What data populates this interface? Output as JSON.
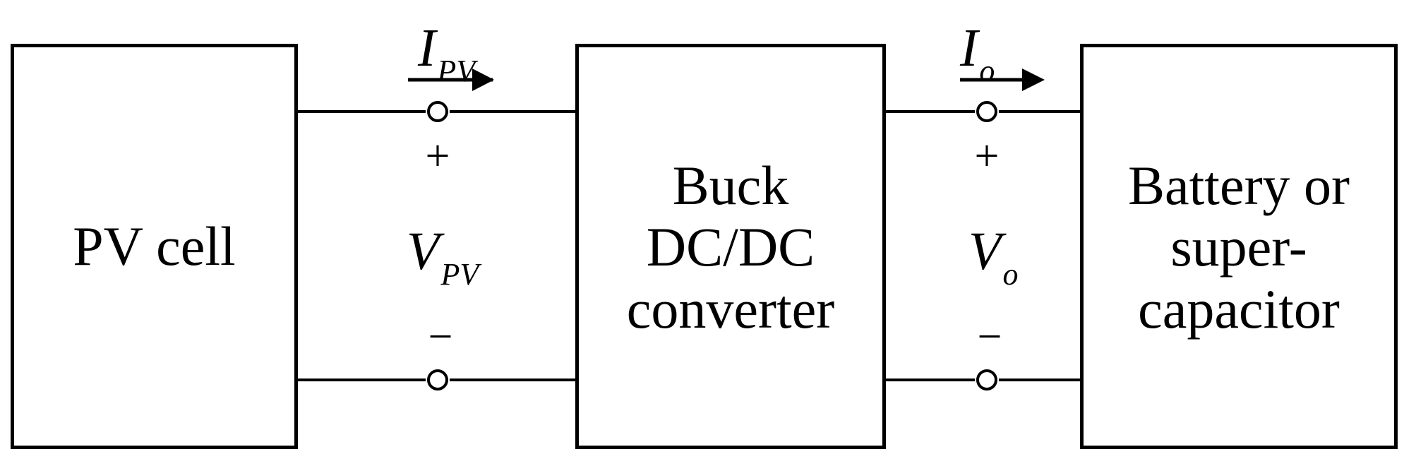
{
  "blocks": {
    "pv_cell": "PV cell",
    "converter": "Buck\nDC/DC\nconverter",
    "storage": "Battery or\nsuper-\ncapacitor"
  },
  "input_port": {
    "current": {
      "main": "I",
      "sub": "PV"
    },
    "voltage": {
      "main": "V",
      "sub": "PV"
    },
    "plus": "+",
    "minus": "−"
  },
  "output_port": {
    "current": {
      "main": "I",
      "sub": "o"
    },
    "voltage": {
      "main": "V",
      "sub": "o"
    },
    "plus": "+",
    "minus": "−"
  }
}
